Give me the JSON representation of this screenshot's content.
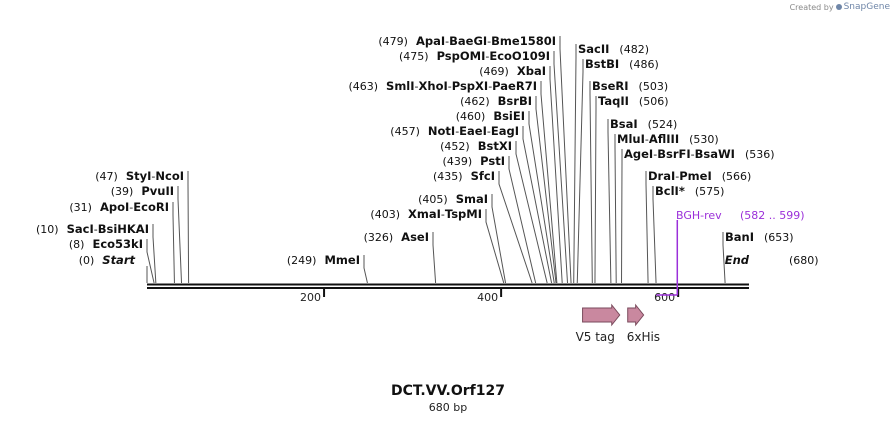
{
  "credit": {
    "prefix": "Created by",
    "brand": "SnapGene"
  },
  "title": "DCT.VV.Orf127",
  "length_label": "680 bp",
  "sequence_length": 680,
  "colors": {
    "backbone": "#111111",
    "feature": "#c9889f",
    "primer": "#9b30d9",
    "line": "#555555"
  },
  "ruler_ticks": [
    "200",
    "400",
    "600"
  ],
  "end_labels": [
    {
      "label": "Start",
      "pos": "(0)"
    },
    {
      "label": "End",
      "pos": "(680)"
    }
  ],
  "sites": [
    {
      "names": [
        "Eco53kI"
      ],
      "pos": "(8)",
      "star": false
    },
    {
      "names": [
        "SacI",
        "BsiHKAI"
      ],
      "pos": "(10)",
      "star": false
    },
    {
      "names": [
        "ApoI",
        "EcoRI"
      ],
      "pos": "(31)",
      "star": false
    },
    {
      "names": [
        "PvuII"
      ],
      "pos": "(39)",
      "star": false
    },
    {
      "names": [
        "StyI",
        "NcoI"
      ],
      "pos": "(47)",
      "star": false
    },
    {
      "names": [
        "MmeI"
      ],
      "pos": "(249)",
      "star": false
    },
    {
      "names": [
        "AseI"
      ],
      "pos": "(326)",
      "star": false
    },
    {
      "names": [
        "XmaI",
        "TspMI"
      ],
      "pos": "(403)",
      "star": false
    },
    {
      "names": [
        "SmaI"
      ],
      "pos": "(405)",
      "star": false
    },
    {
      "names": [
        "SfcI"
      ],
      "pos": "(435)",
      "star": false
    },
    {
      "names": [
        "PstI"
      ],
      "pos": "(439)",
      "star": false
    },
    {
      "names": [
        "BstXI"
      ],
      "pos": "(452)",
      "star": false
    },
    {
      "names": [
        "NotI",
        "EaeI",
        "EagI"
      ],
      "pos": "(457)",
      "star": false
    },
    {
      "names": [
        "BsiEI"
      ],
      "pos": "(460)",
      "star": false
    },
    {
      "names": [
        "BsrBI"
      ],
      "pos": "(462)",
      "star": false
    },
    {
      "names": [
        "SmlI",
        "XhoI",
        "PspXI",
        "PaeR7I"
      ],
      "pos": "(463)",
      "star": false
    },
    {
      "names": [
        "XbaI"
      ],
      "pos": "(469)",
      "star": false
    },
    {
      "names": [
        "PspOMI",
        "EcoO109I"
      ],
      "pos": "(475)",
      "star": false
    },
    {
      "names": [
        "ApaI",
        "BaeGI",
        "Bme1580I"
      ],
      "pos": "(479)",
      "star": false
    },
    {
      "names": [
        "SacII"
      ],
      "pos": "(482)",
      "star": false
    },
    {
      "names": [
        "BstBI"
      ],
      "pos": "(486)",
      "star": false
    },
    {
      "names": [
        "BseRI"
      ],
      "pos": "(503)",
      "star": false
    },
    {
      "names": [
        "TaqII"
      ],
      "pos": "(506)",
      "star": false
    },
    {
      "names": [
        "BsaI"
      ],
      "pos": "(524)",
      "star": false
    },
    {
      "names": [
        "MluI",
        "AflIII"
      ],
      "pos": "(530)",
      "star": false
    },
    {
      "names": [
        "AgeI",
        "BsrFI",
        "BsaWI"
      ],
      "pos": "(536)",
      "star": false
    },
    {
      "names": [
        "DraI",
        "PmeI"
      ],
      "pos": "(566)",
      "star": false
    },
    {
      "names": [
        "BclI"
      ],
      "pos": "(575)",
      "star": true
    },
    {
      "names": [
        "BanI"
      ],
      "pos": "(653)",
      "star": false
    }
  ],
  "primer": {
    "label": "BGH-rev",
    "range": "(582 .. 599)",
    "start": 582,
    "end": 599
  },
  "features": [
    {
      "label": "V5 tag",
      "start": 492,
      "end": 534
    },
    {
      "label": "6xHis",
      "start": 543,
      "end": 561
    }
  ]
}
